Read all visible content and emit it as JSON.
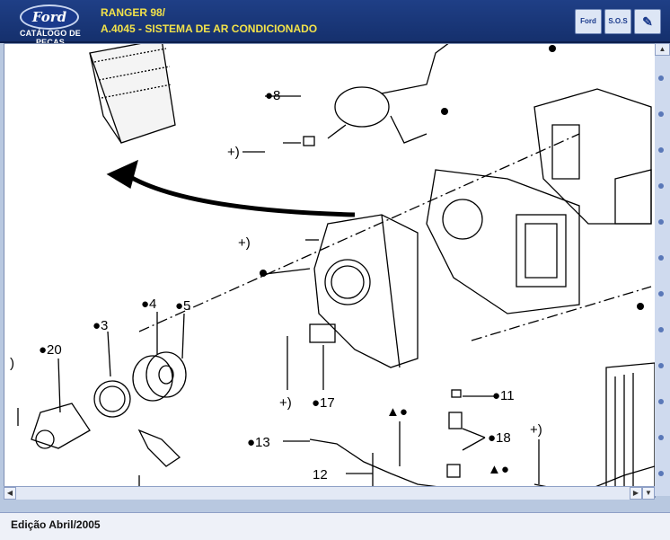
{
  "header": {
    "logo_text": "Ford",
    "logo_sub": "CATÁLOGO DE PEÇAS",
    "model": "RANGER 98/",
    "section": "A.4045 - SISTEMA DE AR CONDICIONADO"
  },
  "toolbar": {
    "btn1": "Ford",
    "btn2": "S.O.S",
    "btn3": "✎"
  },
  "diagram": {
    "labels": {
      "p8": "●8",
      "plus_top": "+)",
      "plus_mid": "+)",
      "p4": "●4",
      "p5": "●5",
      "p3": "●3",
      "p20": "●20",
      "plus_left": ")",
      "plus_17": "+)",
      "p17": "●17",
      "p11": "●11",
      "p18": "●18",
      "p13": "●13",
      "p12": "12",
      "tri_top": "▲●",
      "tri_bottom": "▲●",
      "plus_right": "+)"
    }
  },
  "footer": {
    "edition": "Edição Abril/2005"
  }
}
